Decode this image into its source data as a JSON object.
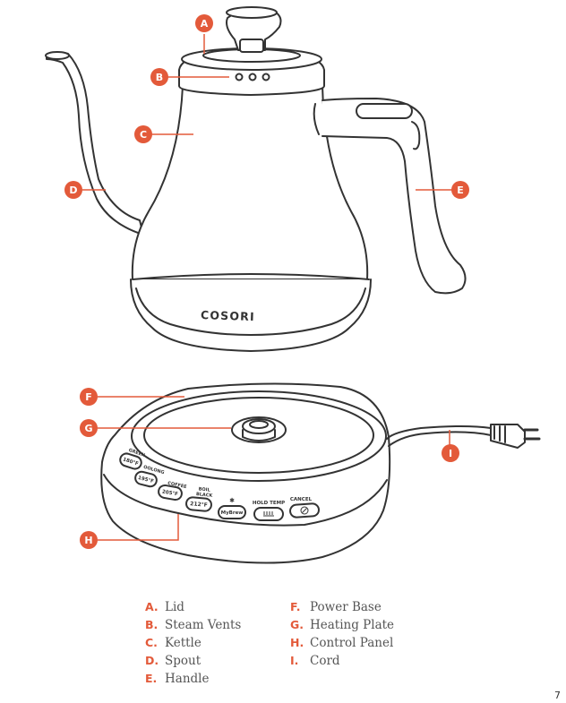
{
  "accent_color": "#e35a3a",
  "kettle": {
    "brand": "COSORI"
  },
  "control_panel": {
    "presets": [
      {
        "name": "GREEN",
        "temp": "180°F"
      },
      {
        "name": "OOLONG",
        "temp": "195°F"
      },
      {
        "name": "COFFEE",
        "temp": "205°F"
      },
      {
        "name": "BOIL BLACK",
        "temp": "212°F"
      }
    ],
    "mybrew": {
      "icon": "bluetooth-icon",
      "label": "MyBrew"
    },
    "hold_temp": {
      "label": "HOLD TEMP",
      "icon": "heat-icon"
    },
    "cancel": {
      "label": "CANCEL",
      "icon": "cancel-icon"
    }
  },
  "callouts": [
    "A",
    "B",
    "C",
    "D",
    "E",
    "F",
    "G",
    "H",
    "I"
  ],
  "legend": {
    "left": [
      {
        "letter": "A.",
        "label": "Lid"
      },
      {
        "letter": "B.",
        "label": "Steam Vents"
      },
      {
        "letter": "C.",
        "label": "Kettle"
      },
      {
        "letter": "D.",
        "label": "Spout"
      },
      {
        "letter": "E.",
        "label": "Handle"
      }
    ],
    "right": [
      {
        "letter": "F.",
        "label": "Power Base"
      },
      {
        "letter": "G.",
        "label": "Heating Plate"
      },
      {
        "letter": "H.",
        "label": "Control Panel"
      },
      {
        "letter": "I.",
        "label": "Cord"
      }
    ]
  },
  "page_number": "7"
}
